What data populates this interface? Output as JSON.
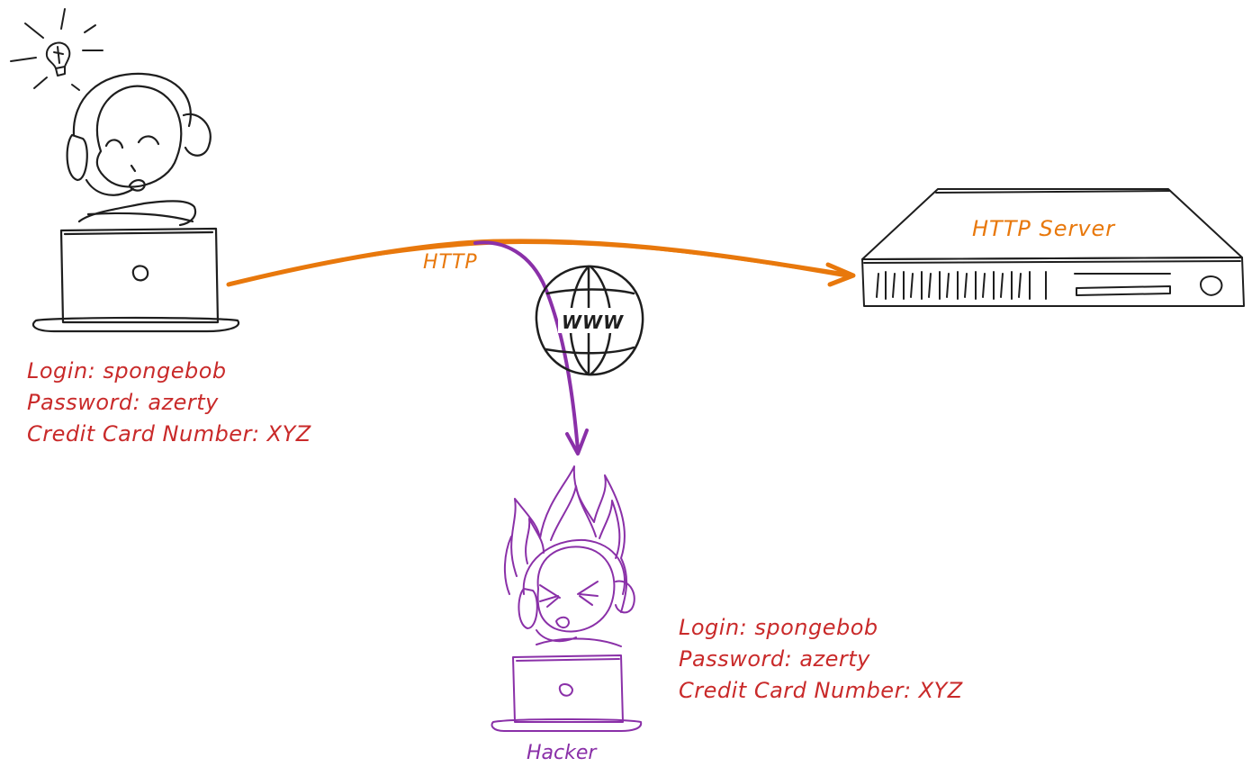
{
  "colors": {
    "ink": "#1e1e1e",
    "credentials": "#c92a2a",
    "http": "#e8780c",
    "hacker": "#8a30a8"
  },
  "user": {
    "credentials": [
      "Login: spongebob",
      "Password: azerty",
      "Credit Card Number: XYZ"
    ]
  },
  "connection": {
    "label": "HTTP",
    "internet_label": "WWW"
  },
  "server": {
    "label": "HTTP Server"
  },
  "hacker": {
    "label": "Hacker",
    "stolen_credentials": [
      "Login: spongebob",
      "Password: azerty",
      "Credit Card Number: XYZ"
    ]
  }
}
